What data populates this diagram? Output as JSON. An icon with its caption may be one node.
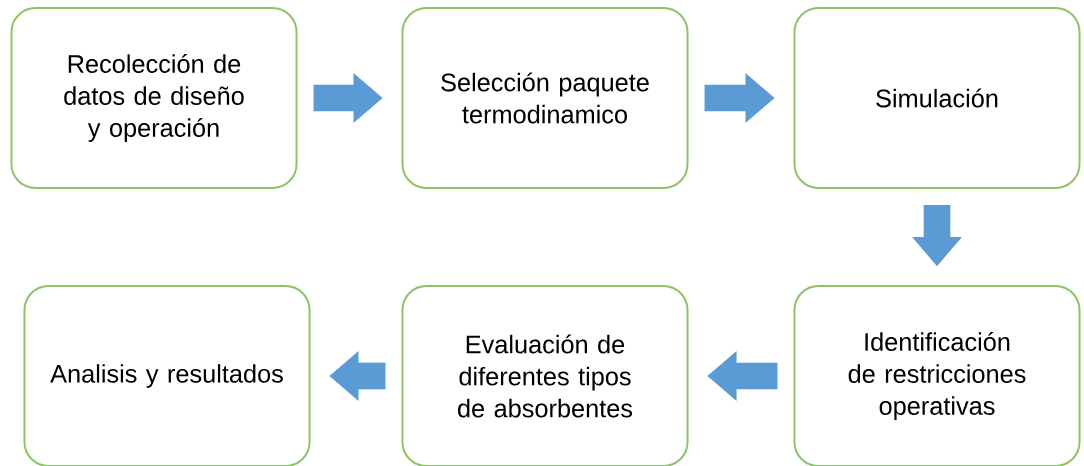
{
  "diagram": {
    "nodes": [
      {
        "text": [
          "Recolección de datos de diseño y operación"
        ]
      },
      {
        "text": [
          "Selección paquete termodinamico"
        ]
      },
      {
        "text": [
          "Simulación"
        ]
      },
      {
        "text": [
          "Identificación de restricciones operativas"
        ]
      },
      {
        "text": [
          "Evaluación de diferentes tipos de absorbentes"
        ]
      },
      {
        "text": [
          "Analisis y resultados"
        ]
      }
    ],
    "edges": [
      {
        "from": 0,
        "to": 1,
        "arrow": "to"
      },
      {
        "from": 1,
        "to": 2,
        "arrow": "to"
      },
      {
        "from": 2,
        "to": 3,
        "arrow": "to"
      },
      {
        "from": 3,
        "to": 4,
        "arrow": "to"
      },
      {
        "from": 4,
        "to": 5,
        "arrow": "to"
      }
    ]
  }
}
